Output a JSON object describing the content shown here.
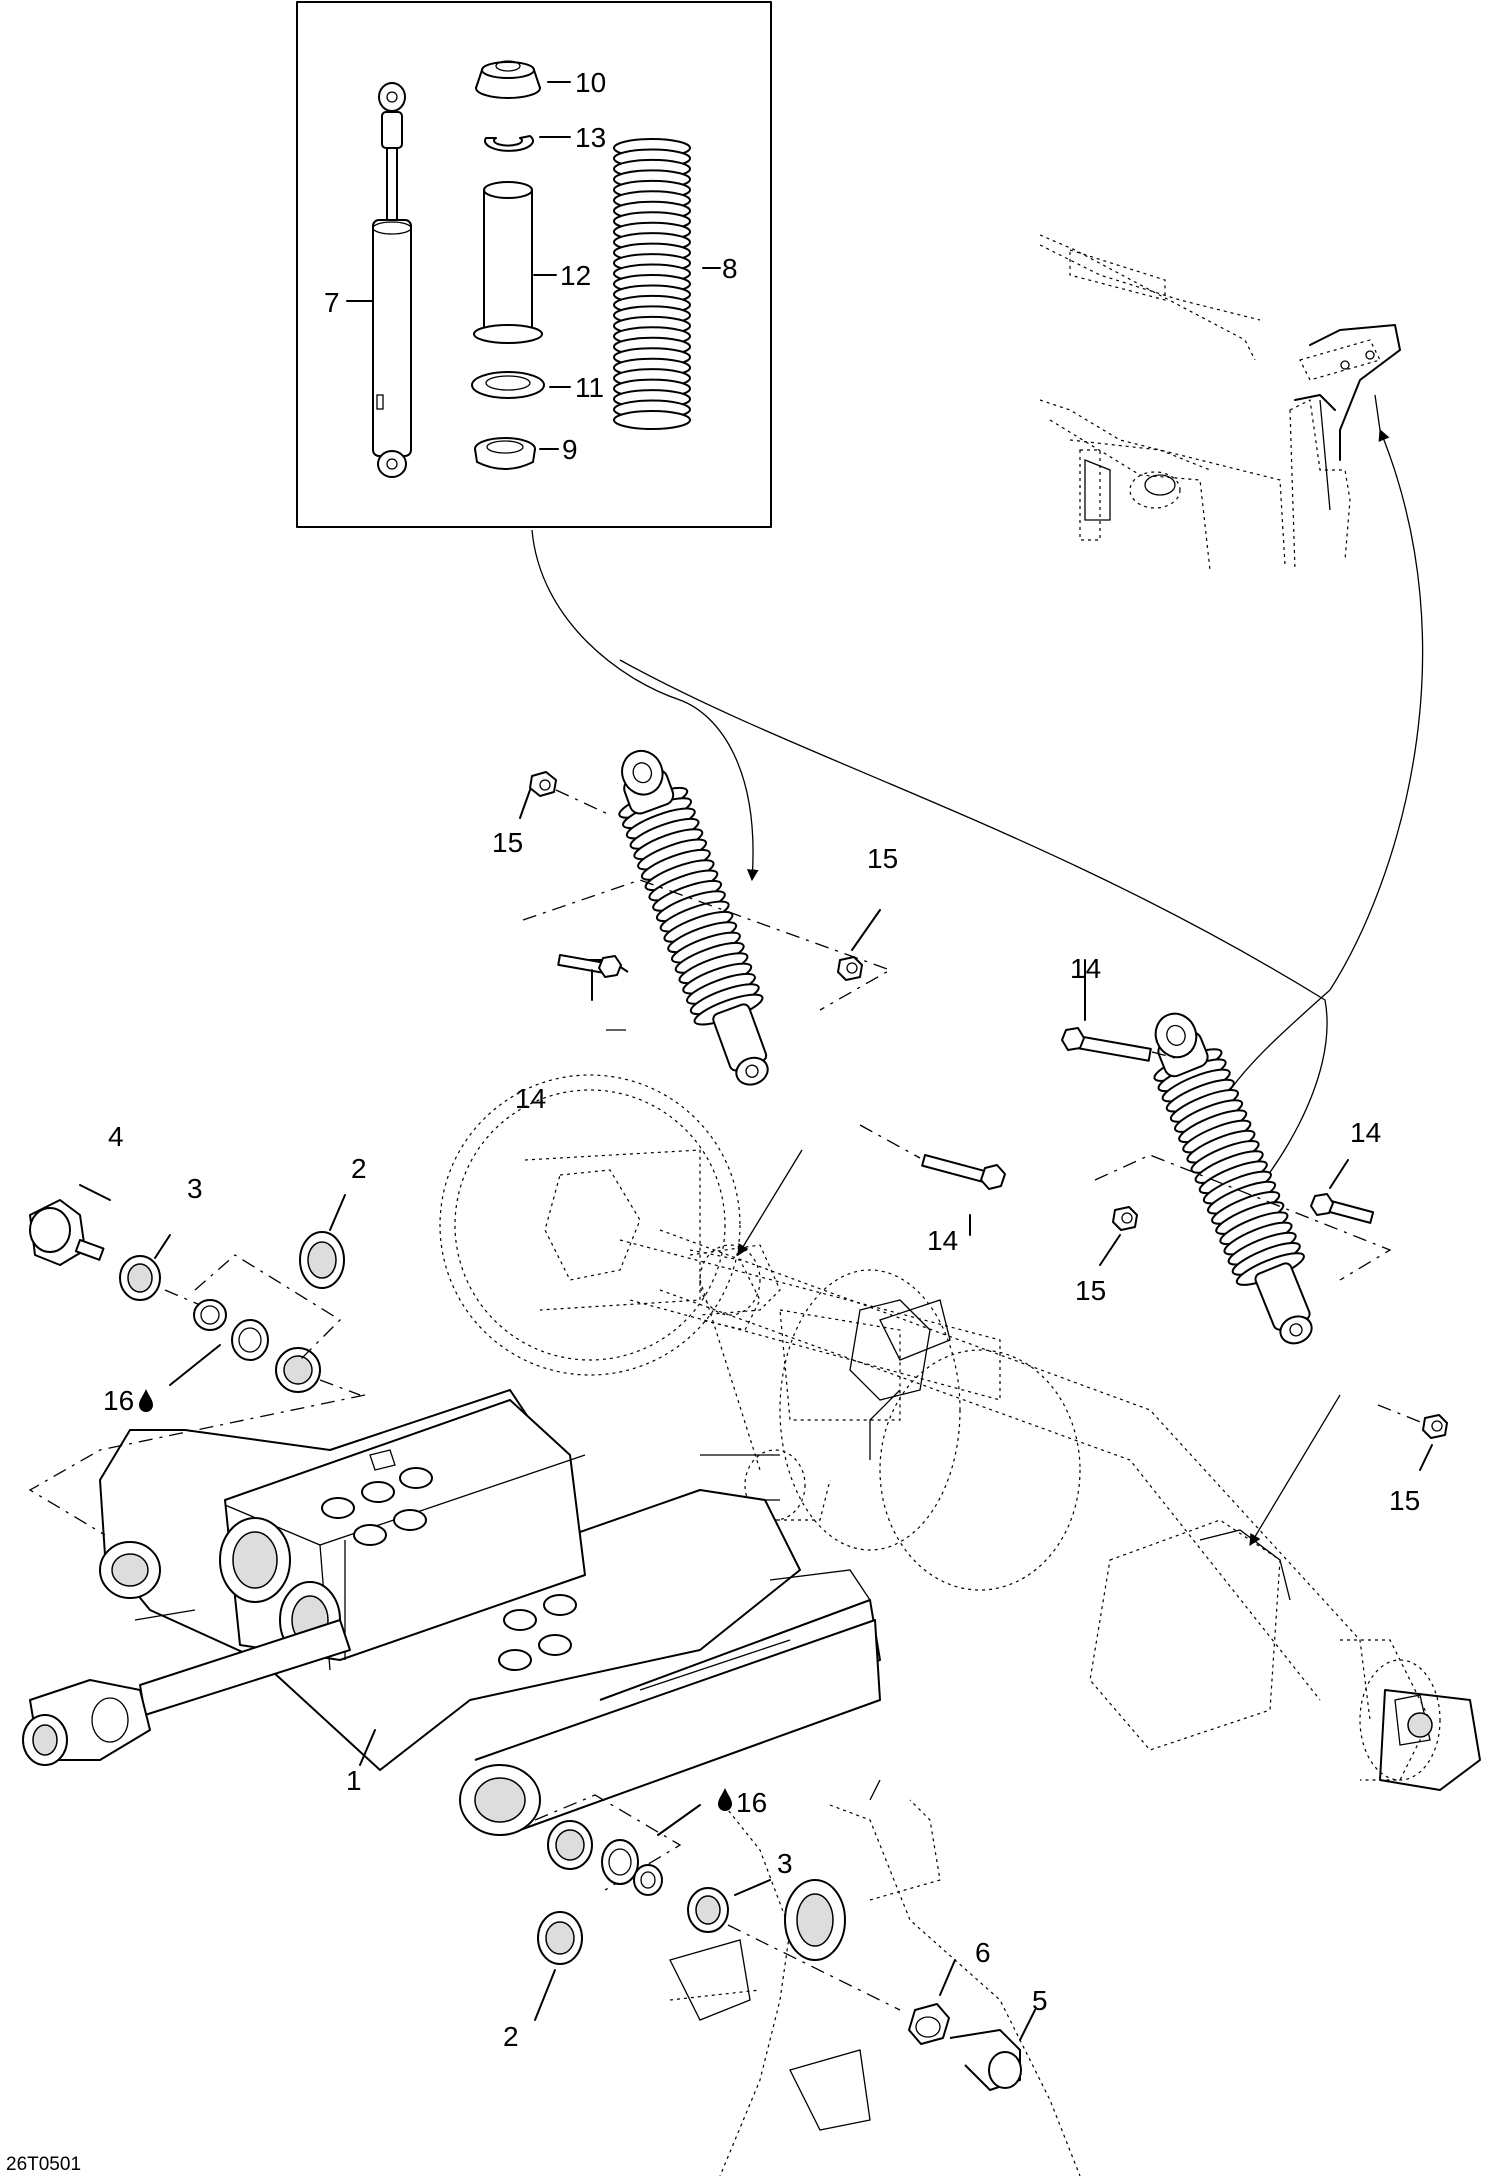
{
  "figure_id": "26T0501",
  "callouts": {
    "c1": "1",
    "c2a": "2",
    "c2b": "2",
    "c3a": "3",
    "c3b": "3",
    "c4": "4",
    "c5": "5",
    "c6": "6",
    "c7": "7",
    "c8": "8",
    "c9": "9",
    "c10": "10",
    "c11": "11",
    "c12": "12",
    "c13": "13",
    "c14a": "14",
    "c14b": "14",
    "c14c": "14",
    "c14d": "14",
    "c15a": "15",
    "c15b": "15",
    "c15c": "15",
    "c15d": "15",
    "c16a": "16",
    "c16b": "16"
  }
}
